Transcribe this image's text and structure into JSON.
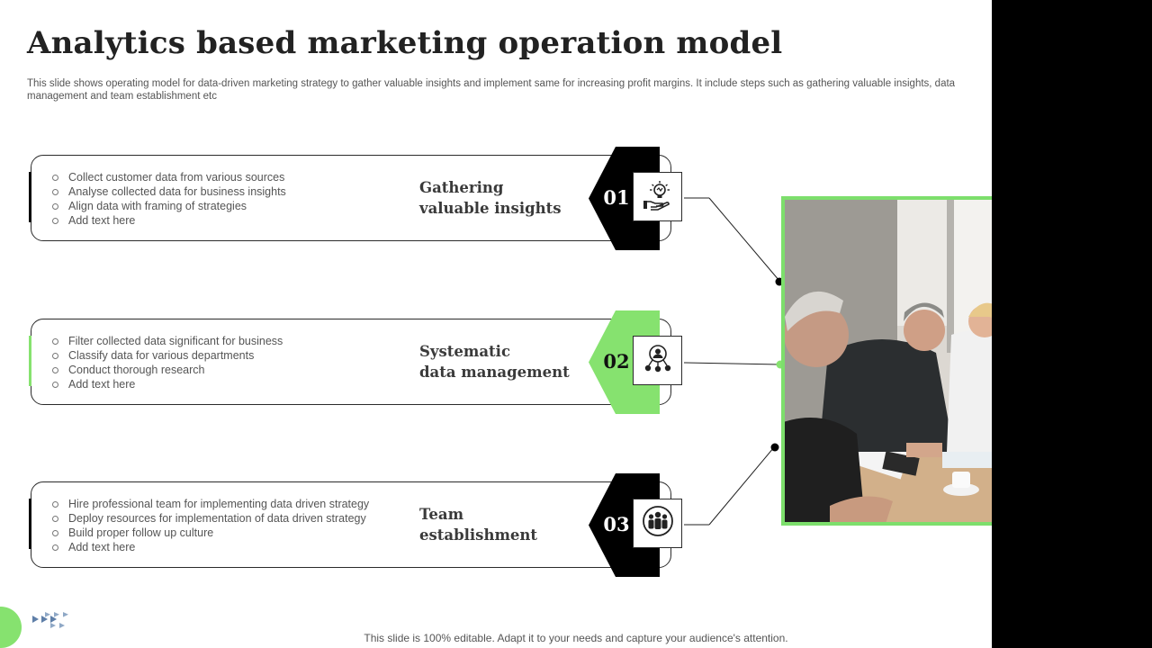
{
  "slide": {
    "title": "Analytics based marketing operation model",
    "subtitle": "This slide shows operating model for data-driven marketing strategy to gather valuable insights and implement same for increasing profit margins. It include steps such as gathering valuable insights, data management and team establishment etc",
    "footer": "This slide is 100% editable. Adapt it to your needs and capture your audience's attention."
  },
  "colors": {
    "accent_green": "#86e26f",
    "dark": "#000000",
    "text": "#555555"
  },
  "steps": [
    {
      "number": "01",
      "title_line1": "Gathering",
      "title_line2": "valuable insights",
      "icon": "lightbulb-hand-icon",
      "accent": "#000000",
      "bullets": [
        "Collect customer data from various  sources",
        "Analyse collected data for business insights",
        "Align data with framing  of strategies",
        "Add text here"
      ]
    },
    {
      "number": "02",
      "title_line1": "Systematic",
      "title_line2": "data management",
      "icon": "user-network-icon",
      "accent": "#86e26f",
      "bullets": [
        "Filter collected data  significant for business",
        "Classify data for various  departments",
        "Conduct thorough  research",
        "Add text here"
      ]
    },
    {
      "number": "03",
      "title_line1": "Team",
      "title_line2": "establishment",
      "icon": "team-group-icon",
      "accent": "#000000",
      "bullets": [
        "Hire professional team for implementing data driven strategy",
        "Deploy resources for implementation  of data driven  strategy",
        "Build proper follow  up culture",
        "Add text here"
      ]
    }
  ]
}
